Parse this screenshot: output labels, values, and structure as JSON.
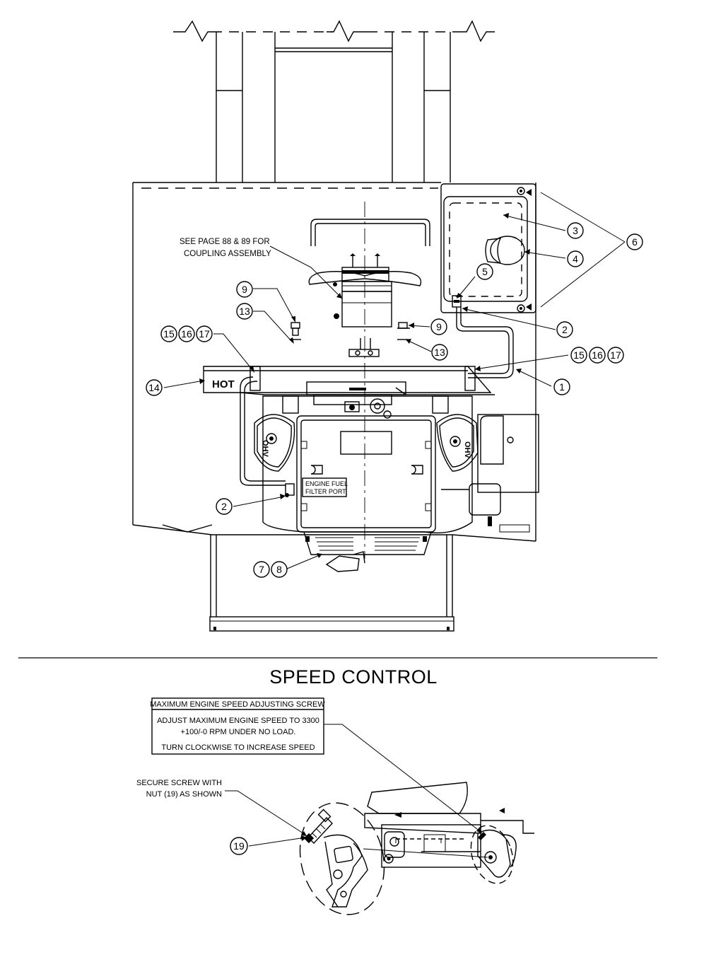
{
  "title": "SPEED CONTROL",
  "notes": {
    "coupling_line1": "SEE PAGE 88 & 89 FOR",
    "coupling_line2": "COUPLING ASSEMBLY",
    "fuel_filter_line1": "ENGINE FUEL",
    "fuel_filter_line2": "FILTER PORT",
    "hot_label": "HOT",
    "ohv_label": "OHV",
    "secure_line1": "SECURE SCREW WITH",
    "secure_line2": "NUT (19) AS SHOWN"
  },
  "speed_box": {
    "header": "MAXIMUM ENGINE SPEED ADJUSTING SCREW",
    "line1": "ADJUST MAXIMUM ENGINE SPEED TO 3300",
    "line2": "+100/-0 RPM UNDER NO LOAD.",
    "line3": "TURN CLOCKWISE TO INCREASE SPEED"
  },
  "callouts": {
    "c1": "1",
    "c2a": "2",
    "c2b": "2",
    "c3": "3",
    "c4": "4",
    "c5": "5",
    "c6": "6",
    "c7": "7",
    "c8": "8",
    "c9a": "9",
    "c9b": "9",
    "c13a": "13",
    "c13b": "13",
    "c14": "14",
    "c15a": "15",
    "c16a": "16",
    "c17a": "17",
    "c15b": "15",
    "c16b": "16",
    "c17b": "17",
    "c19": "19"
  }
}
